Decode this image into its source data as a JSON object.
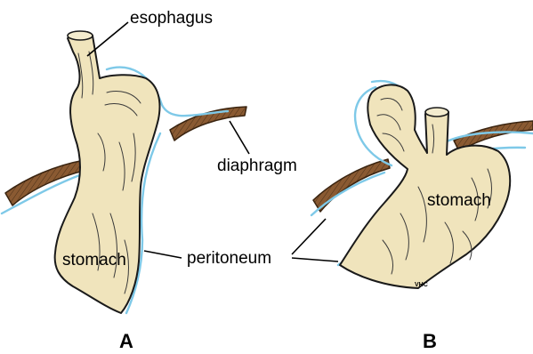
{
  "labels": {
    "esophagus": "esophagus",
    "diaphragm": "diaphragm",
    "stomach_a": "stomach",
    "stomach_b": "stomach",
    "peritoneum": "peritoneum"
  },
  "panels": {
    "a": "A",
    "b": "B"
  },
  "signature": "VHC",
  "colors": {
    "stomach_fill": "#f0e4bc",
    "peritoneum": "#7ec9e8",
    "diaphragm": "#8a5a32",
    "outline": "#1a1a1a"
  }
}
